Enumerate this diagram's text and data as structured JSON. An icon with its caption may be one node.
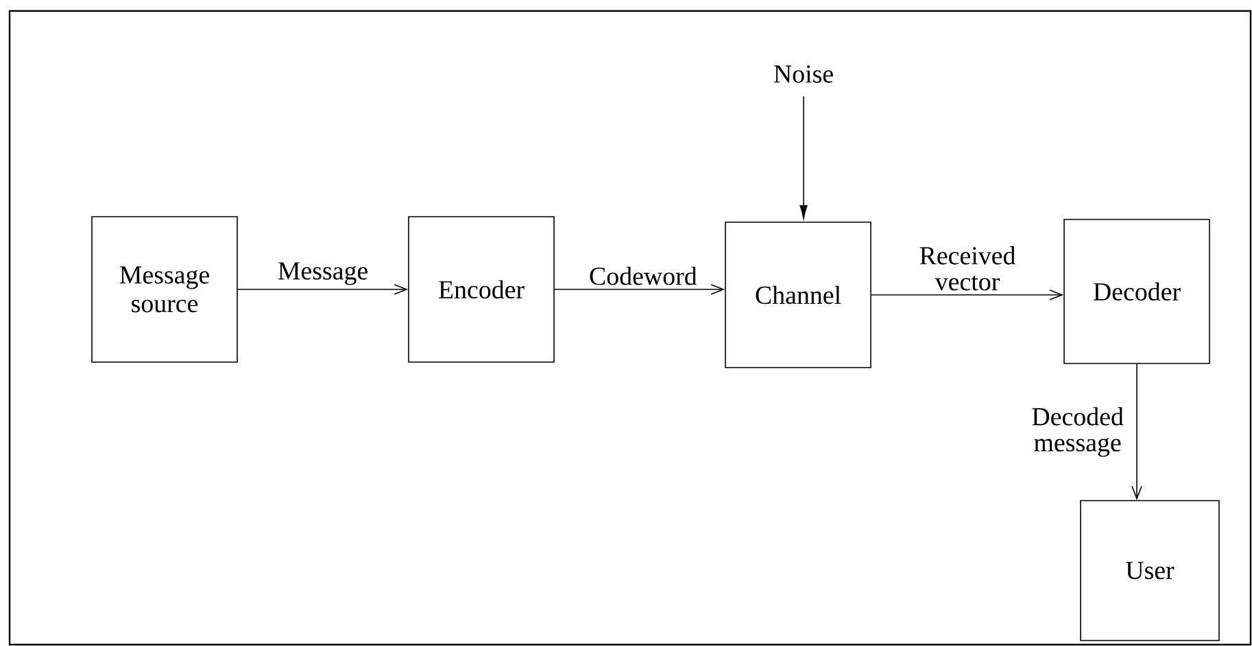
{
  "diagram": {
    "nodes": [
      {
        "text": [
          "Message source"
        ]
      },
      {
        "text": [
          "Encoder"
        ]
      },
      {
        "text": [
          "Channel"
        ]
      },
      {
        "text": [
          "Decoder"
        ]
      },
      {
        "text": [
          "User"
        ]
      },
      {
        "text": [
          "Noise"
        ]
      }
    ],
    "edges": [
      {
        "from": 0,
        "to": 1,
        "arrow": "to",
        "label": "Message"
      },
      {
        "from": 1,
        "to": 2,
        "arrow": "to",
        "label": "Codeword"
      },
      {
        "from": 2,
        "to": 3,
        "arrow": "to",
        "label": "Received vector"
      },
      {
        "from": 3,
        "to": 4,
        "arrow": "to",
        "label": "Decoded message"
      },
      {
        "from": 5,
        "to": 2,
        "arrow": "to"
      }
    ]
  }
}
